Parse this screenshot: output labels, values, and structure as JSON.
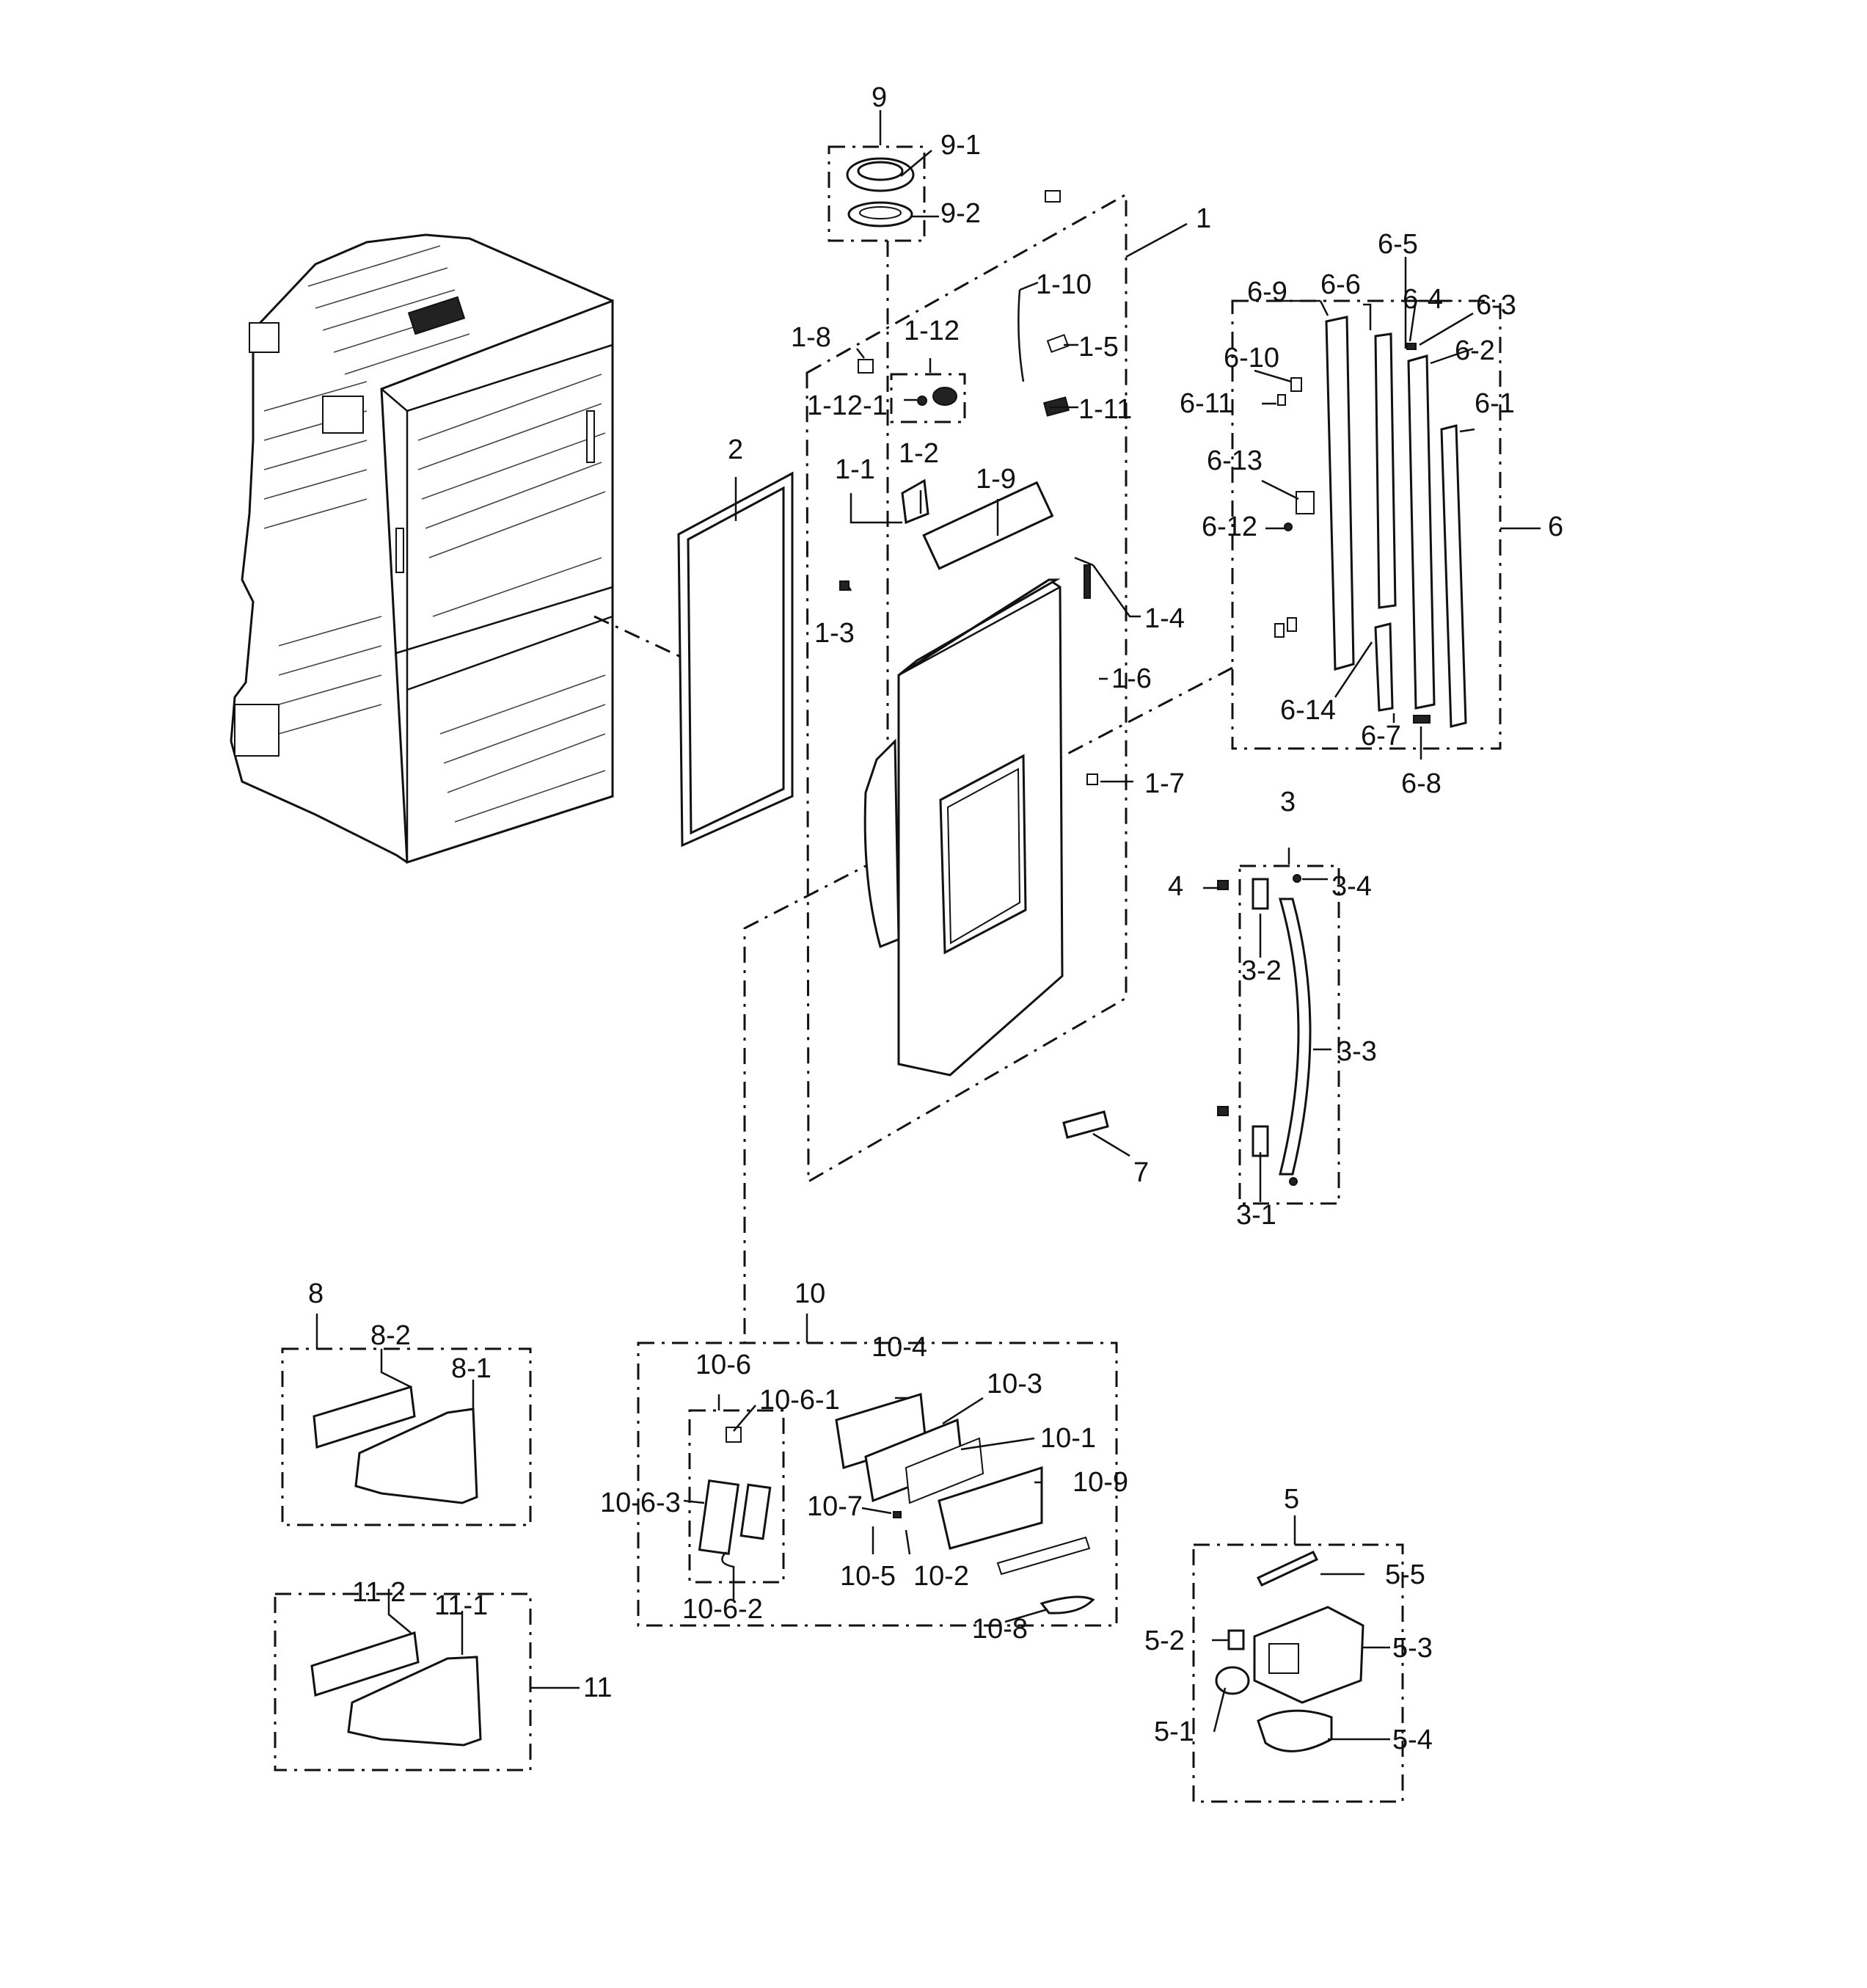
{
  "diagram": {
    "callouts": {
      "c9": "9",
      "c9_1": "9-1",
      "c9_2": "9-2",
      "c1": "1",
      "c1_1": "1-1",
      "c1_2": "1-2",
      "c1_3": "1-3",
      "c1_4": "1-4",
      "c1_5": "1-5",
      "c1_6": "1-6",
      "c1_7": "1-7",
      "c1_8": "1-8",
      "c1_9": "1-9",
      "c1_10": "1-10",
      "c1_11": "1-11",
      "c1_12": "1-12",
      "c1_12_1": "1-12-1",
      "c2": "2",
      "c3": "3",
      "c3_1": "3-1",
      "c3_2": "3-2",
      "c3_3": "3-3",
      "c3_4": "3-4",
      "c4": "4",
      "c5": "5",
      "c5_1": "5-1",
      "c5_2": "5-2",
      "c5_3": "5-3",
      "c5_4": "5-4",
      "c5_5": "5-5",
      "c6": "6",
      "c6_1": "6-1",
      "c6_2": "6-2",
      "c6_3": "6-3",
      "c6_4": "6-4",
      "c6_5": "6-5",
      "c6_6": "6-6",
      "c6_7": "6-7",
      "c6_8": "6-8",
      "c6_9": "6-9",
      "c6_10": "6-10",
      "c6_11": "6-11",
      "c6_12": "6-12",
      "c6_13": "6-13",
      "c6_14": "6-14",
      "c7": "7",
      "c8": "8",
      "c8_1": "8-1",
      "c8_2": "8-2",
      "c10": "10",
      "c10_1": "10-1",
      "c10_2": "10-2",
      "c10_3": "10-3",
      "c10_4": "10-4",
      "c10_5": "10-5",
      "c10_6": "10-6",
      "c10_6_1": "10-6-1",
      "c10_6_2": "10-6-2",
      "c10_6_3": "10-6-3",
      "c10_7": "10-7",
      "c10_8": "10-8",
      "c10_9": "10-9",
      "c11": "11",
      "c11_1": "11-1",
      "c11_2": "11-2"
    }
  }
}
